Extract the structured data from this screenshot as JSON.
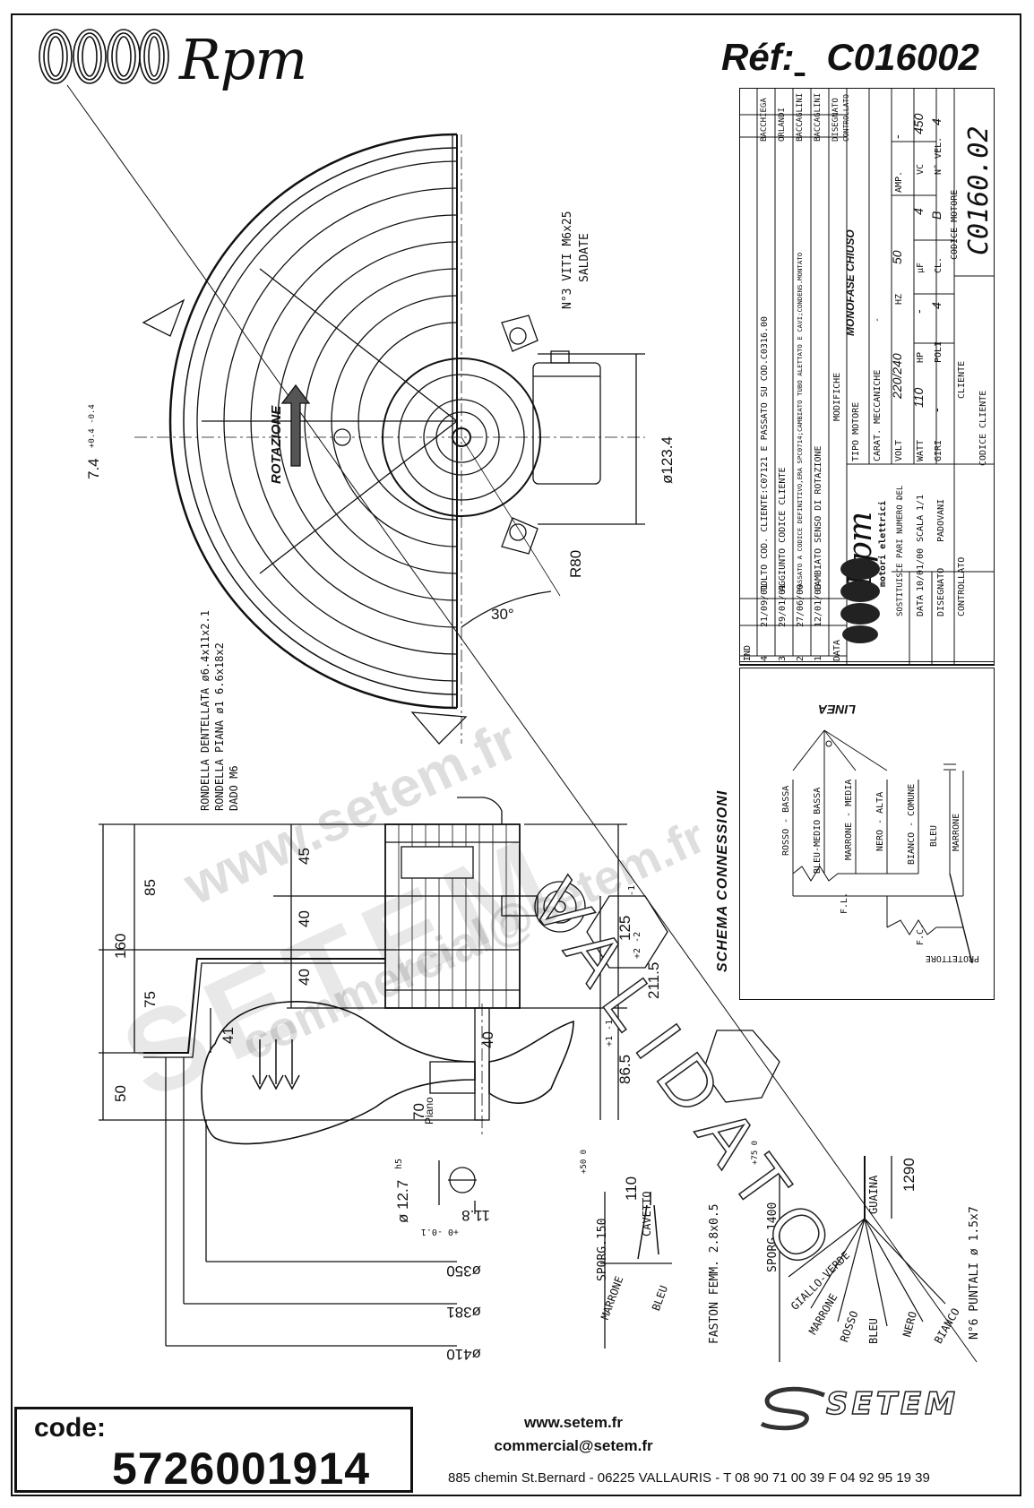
{
  "header": {
    "brand": "Rpm",
    "ref_label": "Réf:",
    "ref_value": "C016002"
  },
  "title_block": {
    "revisions": [
      {
        "ind": "4",
        "date": "21/09/01",
        "text": "TOLTO COD. CLIENTE:C07121 E PASSATO SU COD.C0316.00",
        "by": "BACCHIEGA"
      },
      {
        "ind": "3",
        "date": "29/01/01",
        "text": "AGGIUNTO CODICE CLIENTE",
        "by": "ORLANDI"
      },
      {
        "ind": "2",
        "date": "27/06/00",
        "text": "PASSATO A CODICE DEFINITIVO,ERA SPC0714;CAMBIATO TUBO ALETTATO E CAVI;CONDENS.MONTATO",
        "by": "BACCAGLINI"
      },
      {
        "ind": "1",
        "date": "12/01/00",
        "text": "CAMBIATO SENSO DI ROTAZIONE",
        "by": "BACCAGLINI"
      }
    ],
    "col_ind": "IND",
    "col_data": "DATA",
    "col_modifiche": "MODIFICHE",
    "col_disegnato": "DISEGNATO",
    "col_controllato": "CONTROLLATO",
    "tipo_motore_label": "TIPO MOTORE",
    "tipo_motore_value": "MONOFASE CHIUSO",
    "carat_label": "CARAT. MECCANICHE",
    "carat_value": "-",
    "volt_label": "VOLT",
    "volt_value": "220/240",
    "hz_label": "HZ",
    "hz_value": "50",
    "amp_label": "AMP.",
    "amp_value": "-",
    "watt_label": "WATT",
    "watt_value": "110",
    "hp_label": "HP",
    "hp_value": "-",
    "uf_label": "µF",
    "uf_value": "4",
    "vc_label": "VC",
    "vc_value": "450",
    "giri_label": "GIRI",
    "giri_value": "-",
    "poli_label": "POLI",
    "poli_value": "4",
    "cl_label": "CL.",
    "cl_value": "B",
    "nvel_label": "N° VEL.",
    "nvel_value": "4",
    "cliente_label": "CLIENTE",
    "codice_cliente_label": "CODICE CLIENTE",
    "codice_motore_label": "CODICE MOTORE",
    "codice_motore_value": "C0160.02",
    "logo_brand": "Rpm",
    "logo_sub": "motori elettrici",
    "sostituisce_label": "SOSTITUISCE PARI NUMERO DEL",
    "sostituisce_value": "-",
    "data_label": "DATA",
    "data_value": "10/01/00",
    "scala_label": "SCALA",
    "scala_value": "1/1",
    "disegnato_label": "DISEGNATO",
    "disegnato_value": "PADOVANI",
    "controllato_label": "CONTROLLATO"
  },
  "wiring": {
    "title": "SCHEMA CONNESSIONI",
    "linea": "LINEA",
    "wires": [
      "ROSSO - BASSA",
      "BLEU-MEDIO BASSA",
      "MARRONE - MEDIA",
      "NERO - ALTA",
      "BIANCO - COMUNE",
      "BLEU",
      "MARRONE"
    ],
    "fl": "F.L.",
    "fc": "F.C.",
    "protettore": "PROTETTORE"
  },
  "drawing_labels": {
    "viti": "N°3 VITI M6x25",
    "saldate": "SALDATE",
    "rotazione": "ROTAZIONE",
    "rondelle": [
      "RONDELLA DENTELLATA ø6.4x11x2.1",
      "RONDELLA PIANA ø1 6.6x18x2",
      "DADO M6"
    ],
    "piano": "Piano",
    "guaina": "GUAINA",
    "cavetto": "CAVETTO",
    "faston": "FASTON FEMM. 2.8x0.5",
    "puntali": "N°6 PUNTALI ø 1.5x7",
    "wire_colors_left": [
      "MARRONE",
      "BLEU"
    ],
    "wire_colors_right": [
      "GIALLO-VERDE",
      "MARRONE",
      "ROSSO",
      "BLEU",
      "NERO",
      "BIANCO"
    ],
    "sporg_left": "SPORG.150",
    "sporg_right": "SPORG.1400",
    "stamp": "VALIDATO"
  },
  "dimensions": {
    "d_7_4": "7.4",
    "tol_7_4": "+0.4 -0.4",
    "d_123_4": "ø123.4",
    "r80": "R80",
    "angle": "30°",
    "d_45": "45",
    "d_85": "85",
    "d_160": "160",
    "d_40a": "40",
    "d_40b": "40",
    "d_75": "75",
    "d_41": "41",
    "d_50": "50",
    "d_70": "70",
    "d_40c": "40",
    "d_125": "125",
    "tol_125": "-1",
    "d_211_5": "211.5",
    "tol_211_5": "+2 -2",
    "d_86_5": "86.5",
    "tol_86_5": "+1 -1",
    "d_12_7": "ø 12.7",
    "tol_12_7": "h5",
    "d_11_8": "11.8",
    "tol_11_8": "+0 -0.1",
    "d_350": "ø350",
    "d_381": "ø381",
    "d_410": "ø410",
    "d_110": "110",
    "d_1290": "1290",
    "tol_150": "+50 0",
    "tol_1400": "+75 0"
  },
  "watermark": {
    "line1": "www.setem.fr",
    "line2": "SETEM",
    "line3": "commercial@setem.fr"
  },
  "footer": {
    "code_label": "code:",
    "code_value": "5726001914",
    "website": "www.setem.fr",
    "email": "commercial@setem.fr",
    "address": "885 chemin St.Bernard  -  06225 VALLAURIS  -  T 08 90 71 00 39   F 04 92 95 19 39",
    "logo_text": "SETEM"
  }
}
